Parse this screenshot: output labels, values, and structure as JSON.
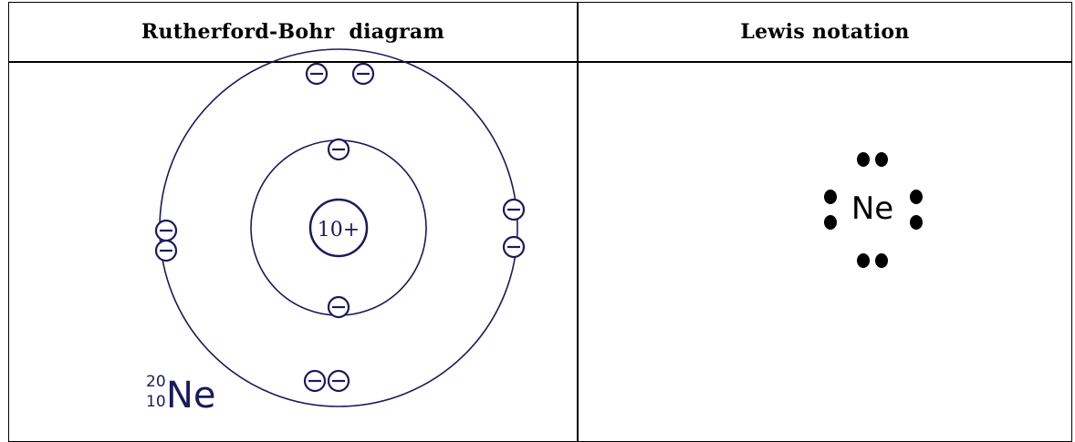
{
  "headers": {
    "left": "Rutherford-Bohr  diagram",
    "right": "Lewis notation"
  },
  "bohr": {
    "nucleus_label": "10+",
    "electron_symbol": "−",
    "inner_shell_electrons": 2,
    "outer_shell_electrons": 8,
    "isotope": {
      "symbol": "Ne",
      "mass_number": "20",
      "atomic_number": "10"
    },
    "line_color": "#1a1a5e"
  },
  "lewis": {
    "symbol": "Ne",
    "valence_dots": 8
  }
}
